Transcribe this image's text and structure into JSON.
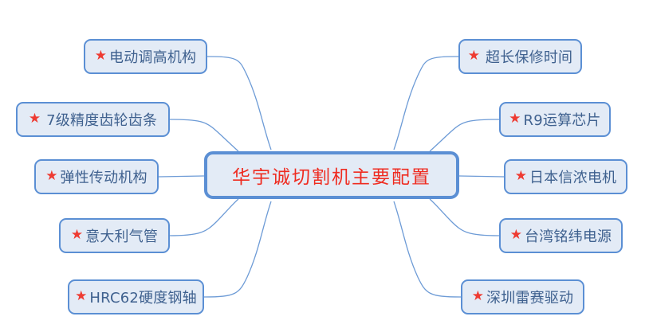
{
  "diagram": {
    "type": "mind-map",
    "title": "华宇诚切割机主要配置",
    "bullet_icon": "star-icon",
    "colors": {
      "node_fill": "#e3ebf6",
      "node_border": "#5b8fd4",
      "node_text": "#3f618f",
      "center_text": "#ef2b20",
      "star": "#ee3b32",
      "connector": "#6d9bd6",
      "background": "#ffffff"
    },
    "center": {
      "label": "华宇诚切割机主要配置"
    },
    "left_branches": [
      {
        "label": "电动调高机构"
      },
      {
        "label": "7级精度齿轮齿条"
      },
      {
        "label": "弹性传动机构"
      },
      {
        "label": "意大利气管"
      },
      {
        "label": "HRC62硬度钢轴"
      }
    ],
    "right_branches": [
      {
        "label": "超长保修时间"
      },
      {
        "label": "R9运算芯片"
      },
      {
        "label": "日本信浓电机"
      },
      {
        "label": "台湾铭纬电源"
      },
      {
        "label": "深圳雷赛驱动"
      }
    ],
    "star_glyph": "★"
  }
}
